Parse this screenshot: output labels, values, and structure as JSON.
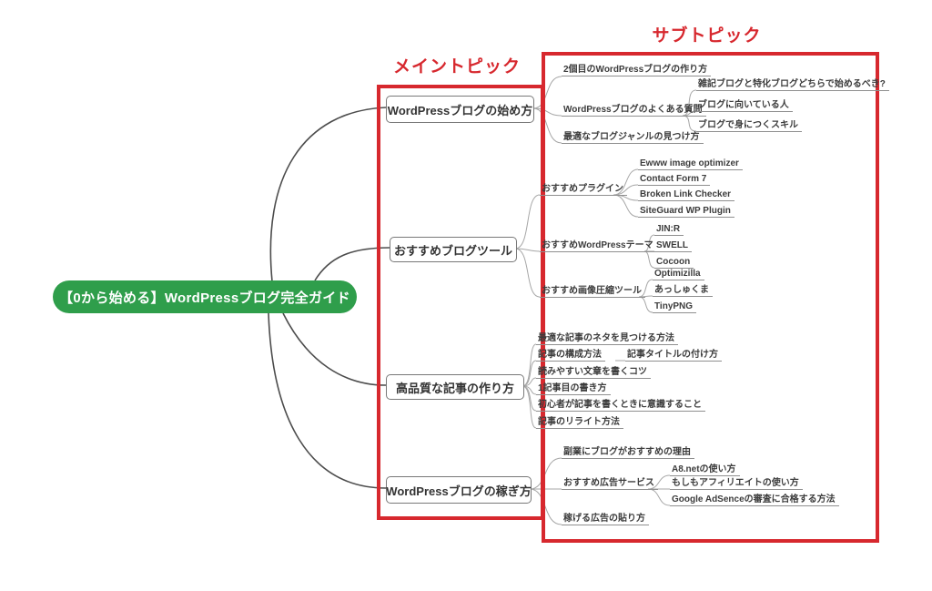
{
  "colors": {
    "frame_red": "#d7282e",
    "root_green": "#2f9e4b",
    "connector_dark": "#4c4c4c",
    "connector_light": "#a6a6a6",
    "underline_gray": "#8f8f8f",
    "text_dark": "#3c3c3c"
  },
  "annotations": {
    "main_topics_label": "メイントピック",
    "subtopics_label": "サブトピック"
  },
  "mindmap": {
    "root": {
      "label": "【0から始める】WordPressブログ完全ガイド"
    },
    "topics": [
      {
        "label": "WordPressブログの始め方",
        "children": [
          {
            "label": "2個目のWordPressブログの作り方",
            "children": []
          },
          {
            "label": "WordPressブログのよくある質問",
            "children": [
              {
                "label": "雑記ブログと特化ブログどちらで始めるべき?"
              },
              {
                "label": "ブログに向いている人"
              },
              {
                "label": "ブログで身につくスキル"
              }
            ]
          },
          {
            "label": "最適なブログジャンルの見つけ方",
            "children": []
          }
        ]
      },
      {
        "label": "おすすめブログツール",
        "children": [
          {
            "label": "おすすめプラグイン",
            "children": [
              {
                "label": "Ewww image optimizer"
              },
              {
                "label": "Contact Form 7"
              },
              {
                "label": "Broken Link Checker"
              },
              {
                "label": "SiteGuard WP Plugin"
              }
            ]
          },
          {
            "label": "おすすめWordPressテーマ",
            "children": [
              {
                "label": "JIN:R"
              },
              {
                "label": "SWELL"
              },
              {
                "label": "Cocoon"
              }
            ]
          },
          {
            "label": "おすすめ画像圧縮ツール",
            "children": [
              {
                "label": "Optimizilla"
              },
              {
                "label": "あっしゅくま"
              },
              {
                "label": "TinyPNG"
              }
            ]
          }
        ]
      },
      {
        "label": "高品質な記事の作り方",
        "children": [
          {
            "label": "最適な記事のネタを見つける方法",
            "children": []
          },
          {
            "label": "記事の構成方法",
            "children": [
              {
                "label": "記事タイトルの付け方"
              }
            ]
          },
          {
            "label": "読みやすい文章を書くコツ",
            "children": []
          },
          {
            "label": "1記事目の書き方",
            "children": []
          },
          {
            "label": "初心者が記事を書くときに意識すること",
            "children": []
          },
          {
            "label": "記事のリライト方法",
            "children": []
          }
        ]
      },
      {
        "label": "WordPressブログの稼ぎ方",
        "children": [
          {
            "label": "副業にブログがおすすめの理由",
            "children": []
          },
          {
            "label": "おすすめ広告サービス",
            "children": [
              {
                "label": "A8.netの使い方"
              },
              {
                "label": "もしもアフィリエイトの使い方"
              },
              {
                "label": "Google AdSenceの審査に合格する方法"
              }
            ]
          },
          {
            "label": "稼げる広告の貼り方",
            "children": []
          }
        ]
      }
    ]
  }
}
